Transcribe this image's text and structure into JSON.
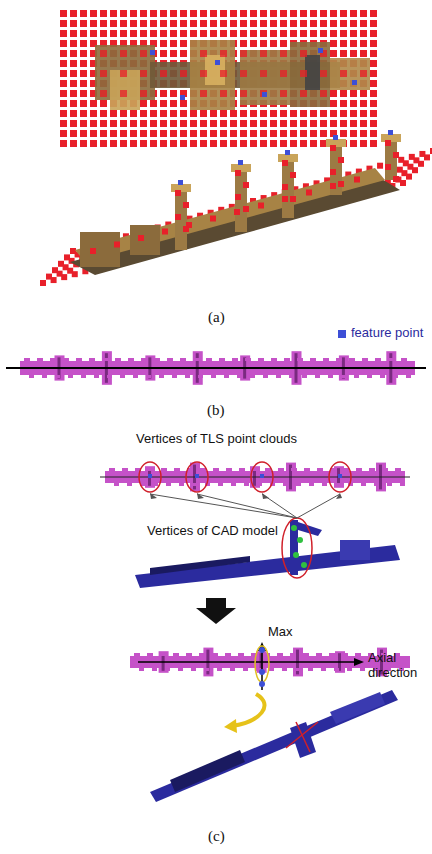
{
  "diagram": {
    "labels": [
      "(a)",
      "(b)",
      "Vertices of TLS point clouds",
      "Vertices of CAD model",
      "Max",
      "Axial direction",
      "(c)"
    ],
    "legend": [
      {
        "text": "feature point",
        "color": "#3d4fd6"
      }
    ]
  }
}
